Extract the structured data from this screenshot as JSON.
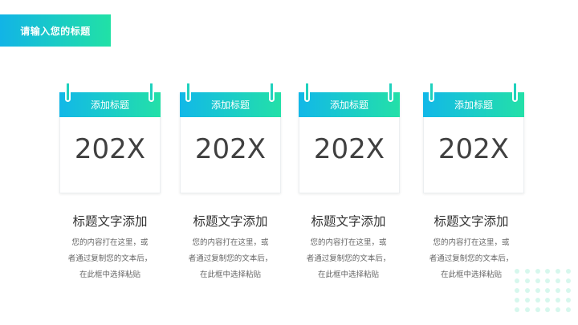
{
  "title": "请输入您的标题",
  "cards": [
    {
      "header": "添加标题",
      "year": "202X",
      "heading": "标题文字添加",
      "lines": [
        "您的内容打在这里，或",
        "者通过复制您的文本后，",
        "在此框中选择粘贴"
      ]
    },
    {
      "header": "添加标题",
      "year": "202X",
      "heading": "标题文字添加",
      "lines": [
        "您的内容打在这里，或",
        "者通过复制您的文本后，",
        "在此框中选择粘贴"
      ]
    },
    {
      "header": "添加标题",
      "year": "202X",
      "heading": "标题文字添加",
      "lines": [
        "您的内容打在这里，或",
        "者通过复制您的文本后，",
        "在此框中选择粘贴"
      ]
    },
    {
      "header": "添加标题",
      "year": "202X",
      "heading": "标题文字添加",
      "lines": [
        "您的内容打在这里，或",
        "者通过复制您的文本后，",
        "在此框中选择粘贴"
      ]
    }
  ],
  "colors": {
    "gradient_start": "#12b4e6",
    "gradient_end": "#21e1a6",
    "dots": "#d6f7ed"
  }
}
